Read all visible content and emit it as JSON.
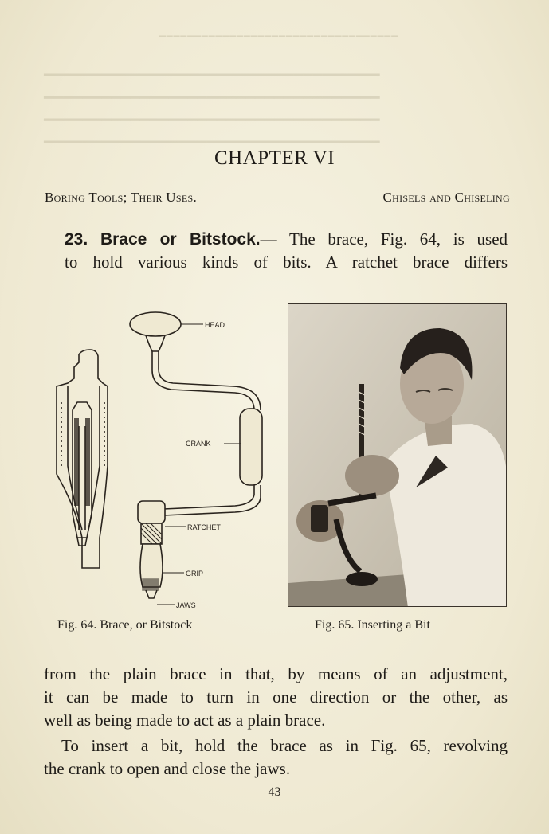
{
  "chapter": {
    "title": "CHAPTER VI",
    "subtitle_left": "Boring Tools; Their Uses.",
    "subtitle_right": "Chisels and Chiseling"
  },
  "section": {
    "number": "23.",
    "heading": "Brace or Bitstock.",
    "dash": "—",
    "line1": "The brace, Fig. 64, is used",
    "line2": "to hold various kinds of bits.  A ratchet brace differs"
  },
  "figure64": {
    "caption": "Fig. 64.  Brace, or Bitstock",
    "labels": {
      "head": "HEAD",
      "crank": "CRANK",
      "ratchet": "RATCHET",
      "grip": "GRIP",
      "jaws": "JAWS"
    }
  },
  "figure65": {
    "caption": "Fig. 65.  Inserting a Bit"
  },
  "body": {
    "p2_line1": "from the plain brace in that, by means of an adjustment,",
    "p2_line2": "it can be made to turn in one direction or the other, as",
    "p2_line3": "well as being made to act as a plain brace.",
    "p3_line1": "To insert a bit, hold the brace as in Fig. 65, revolving",
    "p3_line2": "the crank to open and close the jaws."
  },
  "page_number": "43"
}
